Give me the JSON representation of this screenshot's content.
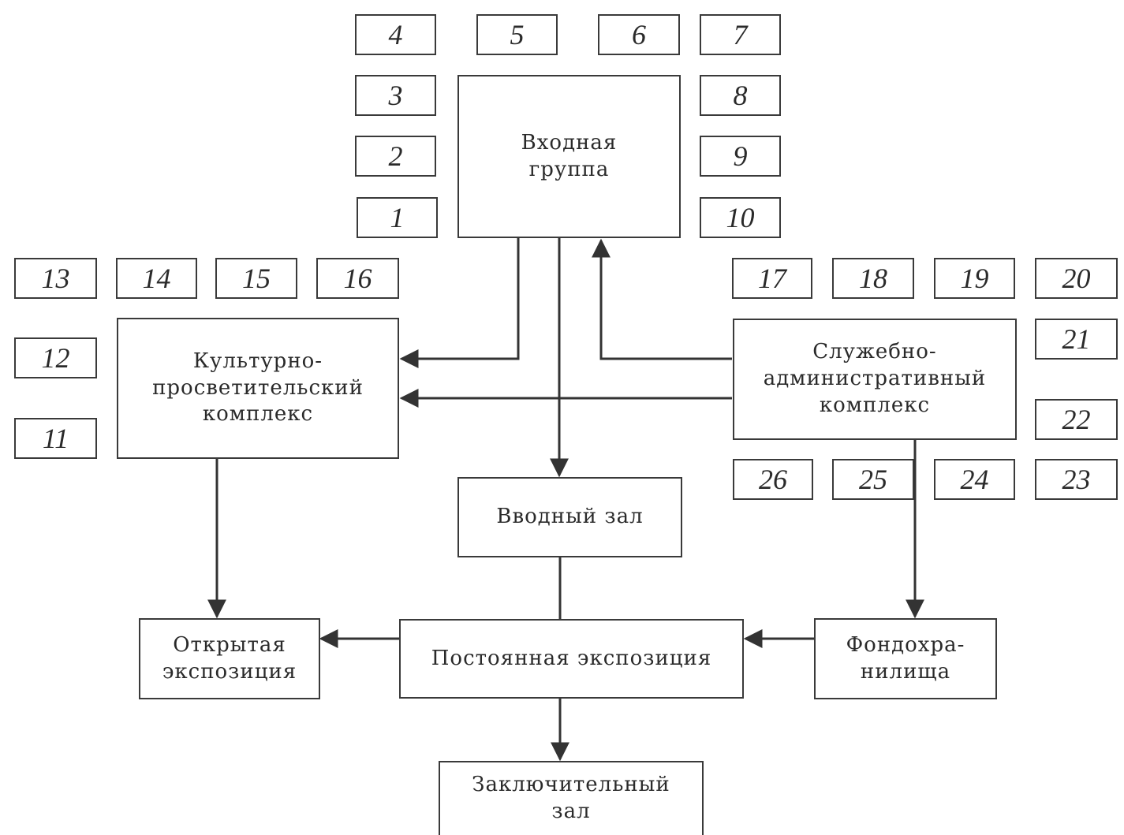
{
  "blocks": {
    "entrance": "Входная\nгруппа",
    "cultural": "Культурно-\nпросветительский\nкомплекс",
    "admin": "Служебно-\nадминистративный\nкомплекс",
    "intro_hall": "Вводный зал",
    "open_expo": "Открытая\nэкспозиция",
    "permanent_expo": "Постоянная экспозиция",
    "storage": "Фондохра-\nнилища",
    "final_hall": "Заключительный\nзал"
  },
  "numbers": {
    "n1": "1",
    "n2": "2",
    "n3": "3",
    "n4": "4",
    "n5": "5",
    "n6": "6",
    "n7": "7",
    "n8": "8",
    "n9": "9",
    "n10": "10",
    "n11": "11",
    "n12": "12",
    "n13": "13",
    "n14": "14",
    "n15": "15",
    "n16": "16",
    "n17": "17",
    "n18": "18",
    "n19": "19",
    "n20": "20",
    "n21": "21",
    "n22": "22",
    "n23": "23",
    "n24": "24",
    "n25": "25",
    "n26": "26"
  }
}
